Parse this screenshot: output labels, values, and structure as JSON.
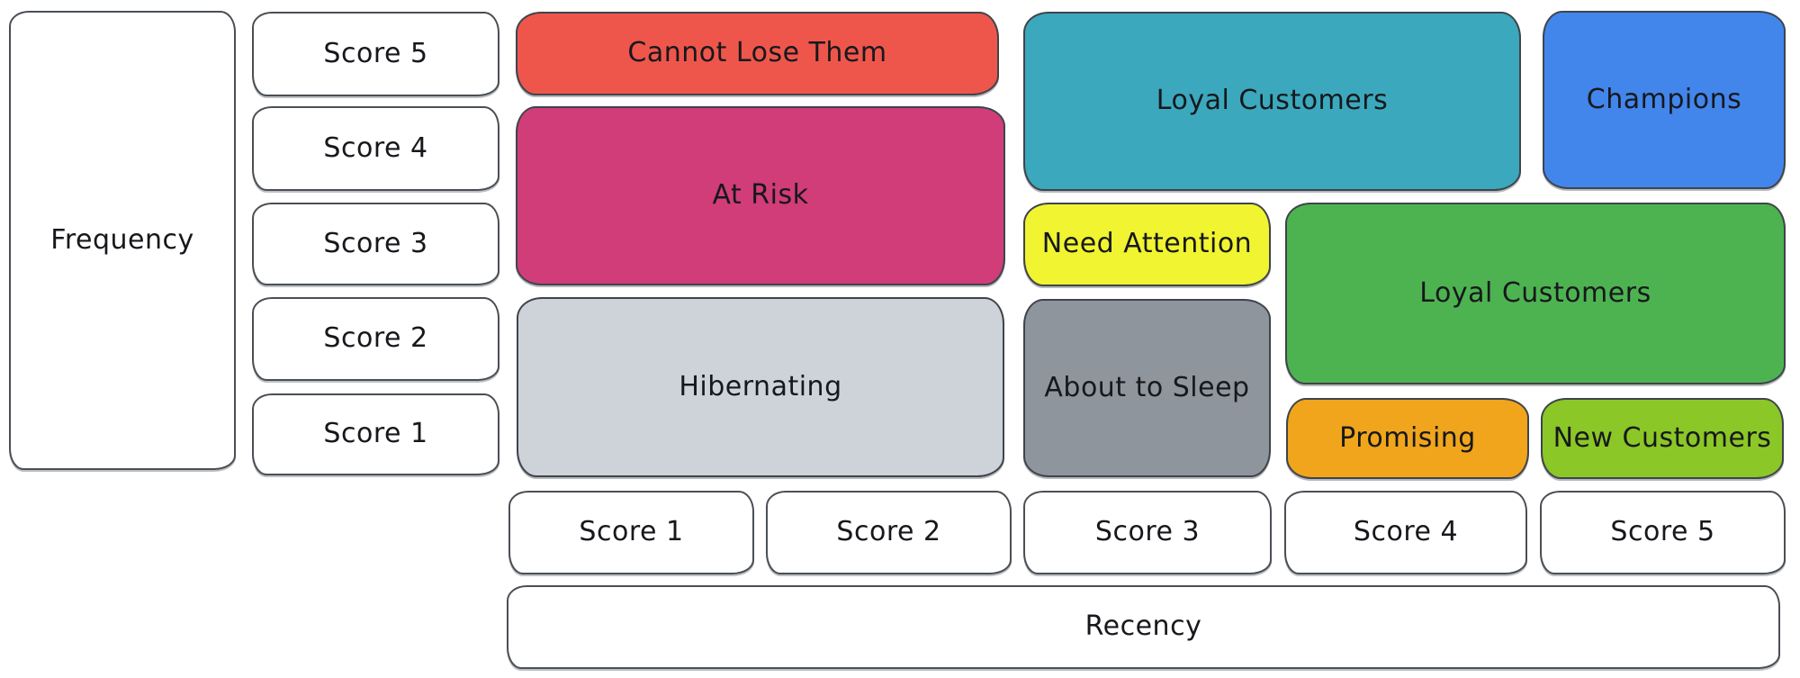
{
  "diagram": {
    "type": "rfm-segmentation-matrix",
    "style": "hand-drawn"
  },
  "axes": {
    "frequency": {
      "label": "Frequency",
      "scores": [
        "Score 5",
        "Score 4",
        "Score 3",
        "Score 2",
        "Score 1"
      ]
    },
    "recency": {
      "label": "Recency",
      "scores": [
        "Score 1",
        "Score 2",
        "Score 3",
        "Score 4",
        "Score 5"
      ]
    }
  },
  "segments": [
    {
      "id": "cannot-lose-them",
      "label": "Cannot Lose Them",
      "color": "#ee564c",
      "frequency_scores": [
        5
      ],
      "recency_scores": [
        1,
        2
      ]
    },
    {
      "id": "at-risk",
      "label": "At Risk",
      "color": "#d13d78",
      "frequency_scores": [
        3,
        4
      ],
      "recency_scores": [
        1,
        2
      ]
    },
    {
      "id": "hibernating",
      "label": "Hibernating",
      "color": "#ced3da",
      "frequency_scores": [
        1,
        2
      ],
      "recency_scores": [
        1,
        2
      ]
    },
    {
      "id": "loyal-customers-top",
      "label": "Loyal Customers",
      "color": "#3ba8bd",
      "frequency_scores": [
        4,
        5
      ],
      "recency_scores": [
        3,
        4
      ]
    },
    {
      "id": "champions",
      "label": "Champions",
      "color": "#4286ec",
      "frequency_scores": [
        4,
        5
      ],
      "recency_scores": [
        5
      ]
    },
    {
      "id": "need-attention",
      "label": "Need Attention",
      "color": "#f1f430",
      "frequency_scores": [
        3
      ],
      "recency_scores": [
        3
      ]
    },
    {
      "id": "about-to-sleep",
      "label": "About to Sleep",
      "color": "#8f959c",
      "frequency_scores": [
        1,
        2
      ],
      "recency_scores": [
        3
      ]
    },
    {
      "id": "loyal-customers-right",
      "label": "Loyal Customers",
      "color": "#4db351",
      "frequency_scores": [
        2,
        3
      ],
      "recency_scores": [
        4,
        5
      ]
    },
    {
      "id": "promising",
      "label": "Promising",
      "color": "#f0a51c",
      "frequency_scores": [
        1
      ],
      "recency_scores": [
        4
      ]
    },
    {
      "id": "new-customers",
      "label": "New Customers",
      "color": "#8bc727",
      "frequency_scores": [
        1
      ],
      "recency_scores": [
        5
      ]
    }
  ]
}
